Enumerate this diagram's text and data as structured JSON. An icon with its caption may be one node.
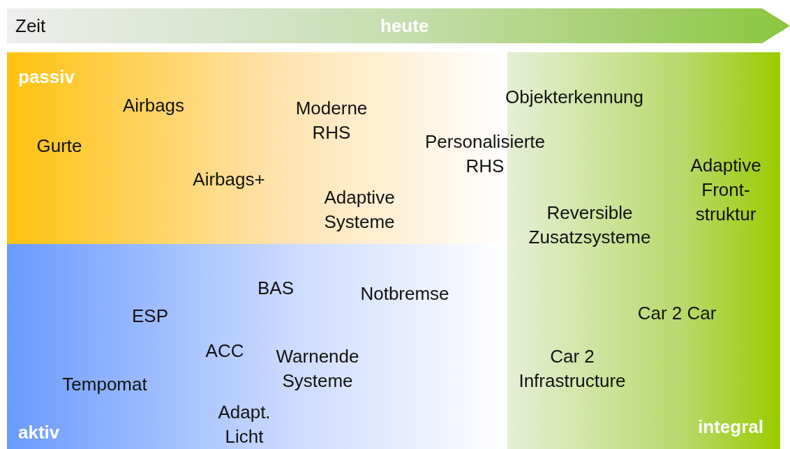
{
  "diagram": {
    "nodes": [
      {
        "text": [
          "Zeit",
          "heute"
        ]
      },
      {
        "text": [
          "passiv"
        ]
      },
      {
        "text": [
          "aktiv"
        ]
      },
      {
        "text": [
          "integral"
        ]
      }
    ],
    "labels": [
      "Objekterkennung",
      "Airbags",
      "Moderne RHS",
      "Gurte",
      "Personalisierte RHS",
      "Adaptive Front- struktur",
      "Airbags+",
      "Adaptive Systeme",
      "Reversible Zusatzsysteme",
      "BAS",
      "Notbremse",
      "ESP",
      "Car 2 Car",
      "ACC",
      "Warnende Systeme",
      "Car 2 Infrastructure",
      "Tempomat",
      "Adapt. Licht"
    ]
  }
}
